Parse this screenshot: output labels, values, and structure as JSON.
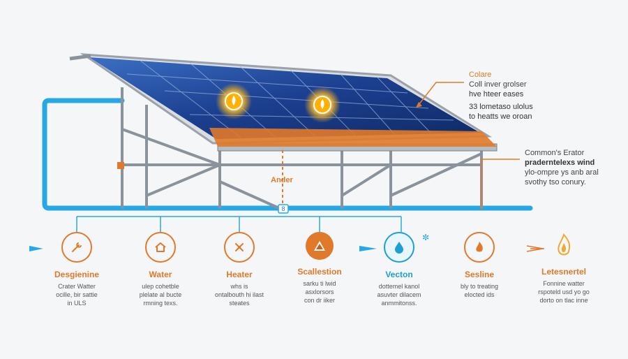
{
  "callouts": {
    "top": {
      "heading": "Colare",
      "lines": [
        "Coll inver grolser",
        "hve hteer eases",
        "33 lometaso ulolus",
        "to heatts we oroan"
      ]
    },
    "right": {
      "heading": "Common's Erator",
      "lines": [
        "praderntelexs wind",
        "ylo-ompre ys anb aral",
        "svothy tso conury."
      ]
    }
  },
  "center_label": "Ander",
  "pipe_marker": "8",
  "star_marker": "✼",
  "steps": [
    {
      "title": "Desgienine",
      "desc": [
        "Crater Watter",
        "ocille, bir sattie",
        "in ULS"
      ],
      "color": "#e07a2a",
      "icon": "wrench-icon"
    },
    {
      "title": "Water",
      "desc": [
        "ulep cohetble",
        "plelate al bucte",
        "rmning texs."
      ],
      "color": "#e07a2a",
      "icon": "house-icon"
    },
    {
      "title": "Heater",
      "desc": [
        "whs is",
        "ontalbouth hi ilast",
        "steates"
      ],
      "color": "#e07a2a",
      "icon": "tools-icon"
    },
    {
      "title": "Scallestion",
      "desc": [
        "sarku ti lwid",
        "asxlorsors",
        "con dr iiker"
      ],
      "color": "#e07a2a",
      "icon": "warning-triangle-icon"
    },
    {
      "title": "Vecton",
      "desc": [
        "dottemel kanol",
        "asuvter dilacem",
        "anmmitonss."
      ],
      "color": "#1f9ed6",
      "icon": "water-drop-icon"
    },
    {
      "title": "Sesline",
      "desc": [
        "bly to treating",
        "elocted ids"
      ],
      "color": "#e07a2a",
      "icon": "flame-icon"
    },
    {
      "title": "Letesnertel",
      "desc": [
        "Fonnine watter",
        "rspoteld usd yo go",
        "dorto on tlac inne"
      ],
      "color": "#e07a2a",
      "icon": "fire-hand-icon"
    }
  ],
  "colors": {
    "pipe": "#27a8e6",
    "accent": "#e07a2a",
    "frame": "#8a929b",
    "panel": "#1d3f8a"
  }
}
